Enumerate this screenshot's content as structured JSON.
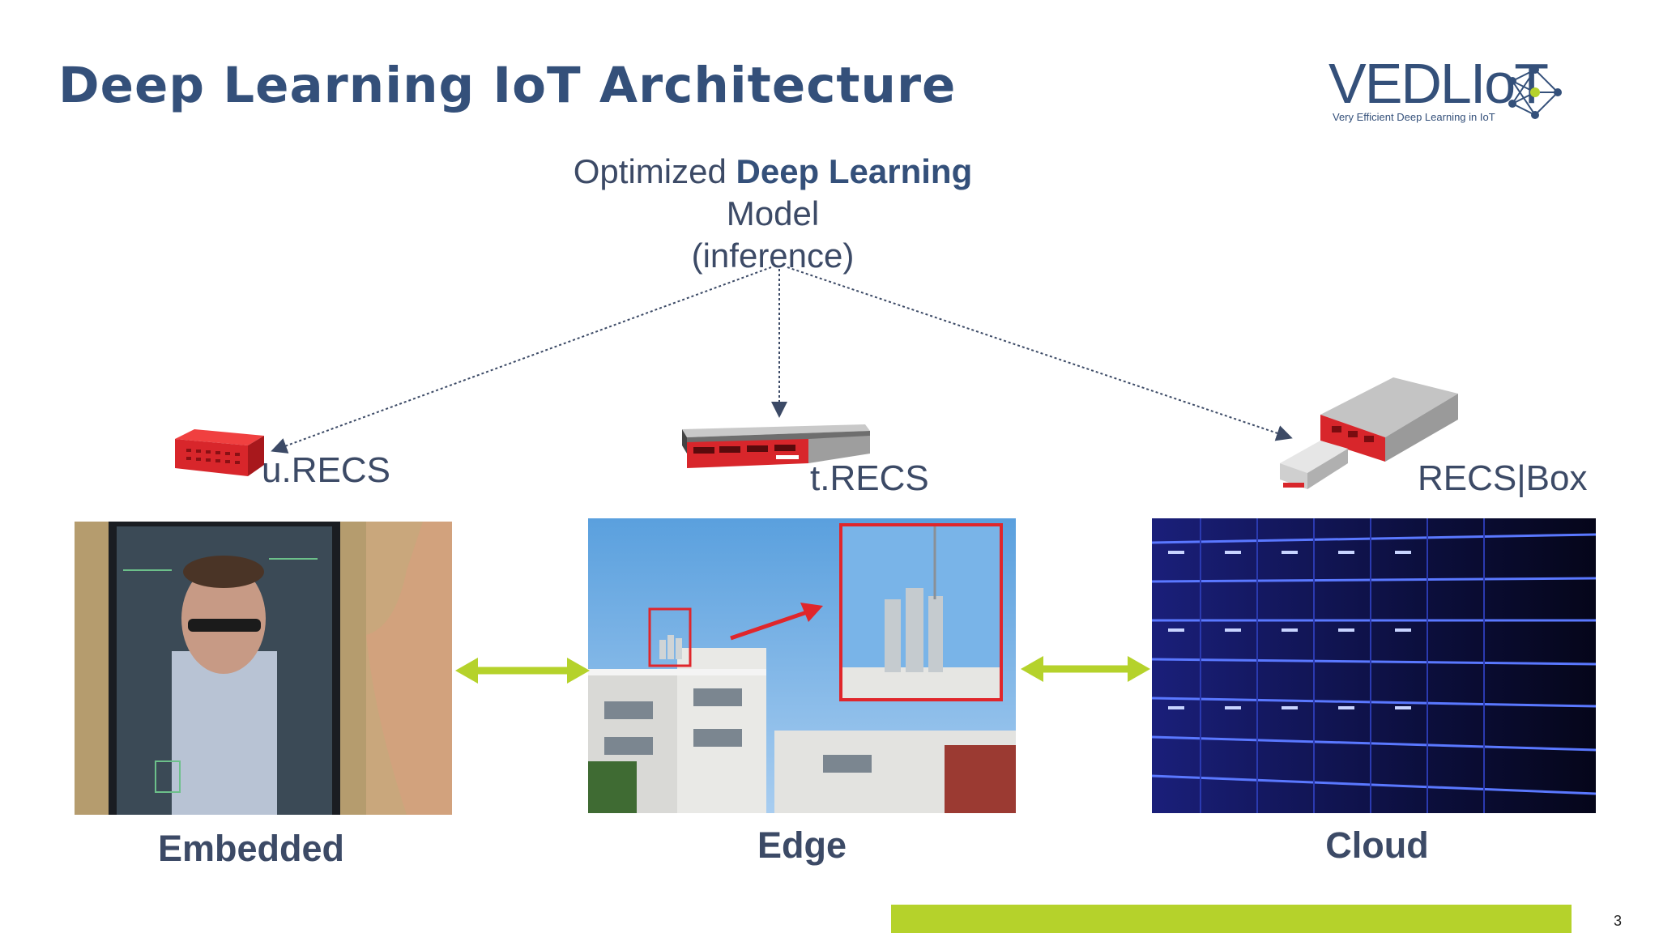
{
  "title": "Deep Learning IoT Architecture",
  "logo": {
    "name": "VEDLIoT",
    "tagline": "Very Efficient Deep Learning in IoT"
  },
  "model": {
    "line1_prefix": "Optimized ",
    "line1_bold": "Deep Learning",
    "line2": "Model",
    "line3": "(inference)"
  },
  "devices": [
    {
      "id": "urecs",
      "label": "u.RECS"
    },
    {
      "id": "trecs",
      "label": "t.RECS"
    },
    {
      "id": "recsbox",
      "label": "RECS|Box"
    }
  ],
  "tiers": [
    {
      "id": "embedded",
      "label": "Embedded"
    },
    {
      "id": "edge",
      "label": "Edge"
    },
    {
      "id": "cloud",
      "label": "Cloud"
    }
  ],
  "colors": {
    "title": "#34507a",
    "accent_green": "#b5d22b",
    "device_red": "#d8262b",
    "arrow": "#3c4a66"
  },
  "page_number": "3"
}
